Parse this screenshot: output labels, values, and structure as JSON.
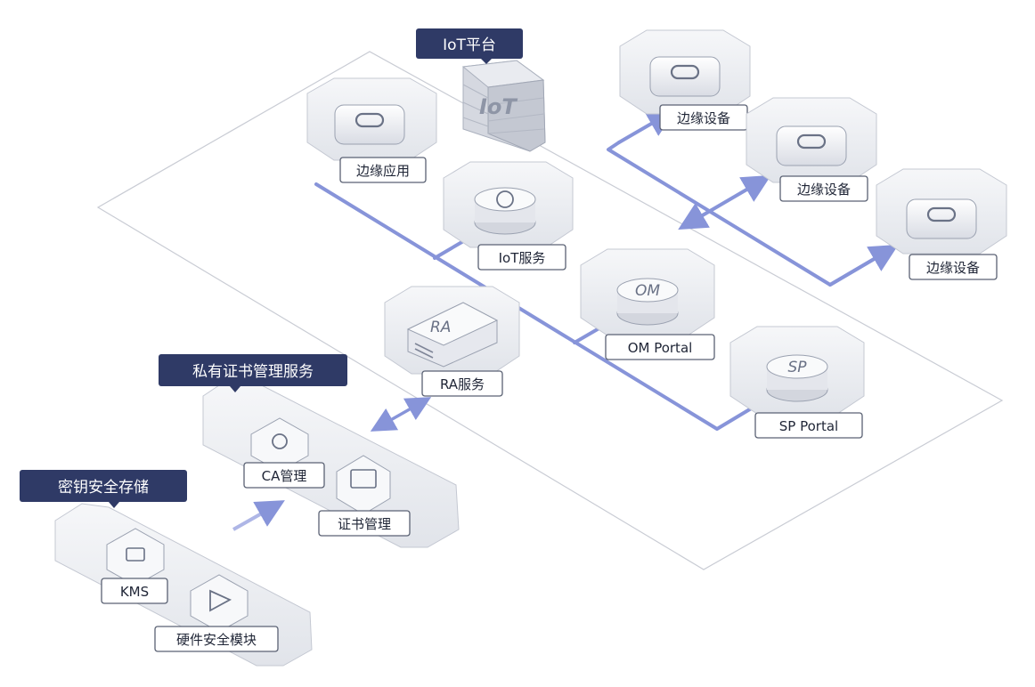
{
  "groups": {
    "iot_platform": "IoT平台",
    "private_cert_service": "私有证书管理服务",
    "key_storage": "密钥安全存储"
  },
  "firewall": {
    "text": "IoT"
  },
  "nodes": {
    "edge_app": "边缘应用",
    "iot_service": "IoT服务",
    "ra_service": "RA服务",
    "om_portal": "OM Portal",
    "sp_portal": "SP Portal",
    "edge_device_1": "边缘设备",
    "edge_device_2": "边缘设备",
    "edge_device_3": "边缘设备",
    "ca_mgmt": "CA管理",
    "cert_mgmt": "证书管理",
    "kms": "KMS",
    "hsm": "硬件安全模块"
  },
  "glyphs": {
    "ra": "RA",
    "om": "OM",
    "sp": "SP"
  },
  "colors": {
    "accent": "#8794d9",
    "title_bg": "#2f3a66",
    "platform_line": "#c7cad3",
    "cube": "#eef0f4",
    "cube_edge": "#c4c8d2"
  }
}
